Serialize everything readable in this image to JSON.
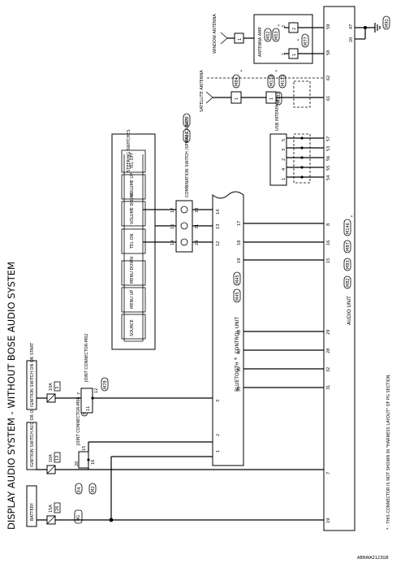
{
  "title": "DISPLAY AUDIO SYSTEM - WITHOUT BOSE AUDIO SYSTEM",
  "figure_id": "ABNWA2123GB",
  "footnote": "* : THIS CONNECTOR IS NOT SHOWN IN \"HARNESS LAYOUT\" OF PG SECTION.",
  "power": {
    "battery": "BATTERY",
    "ign_acc": "IGNITION SWITCH ACC OR ON",
    "ign_on": "IGNITION SWITCH ON OR START"
  },
  "fuses": {
    "f1": {
      "amp": "15A",
      "id": "26"
    },
    "f2": {
      "amp": "10A",
      "id": "13"
    },
    "f3": {
      "amp": "10A",
      "id": "3"
    }
  },
  "connectors": {
    "e4": "E4",
    "m2": "M2",
    "m80": "M80",
    "m78": "M78",
    "m79": "M79",
    "m45": "M45",
    "m82": "M82",
    "m83": "M83",
    "m87": "M87",
    "m146": "M146",
    "m132": "M132",
    "m84": "M84",
    "m110": "M110",
    "m111": "M111",
    "m52": "M52",
    "m53": "M53",
    "m77": "M77",
    "m91": "M91"
  },
  "joints": {
    "j1": "JOINT CONNECTOR-M06",
    "j2": "JOINT CONNECTOR-M02"
  },
  "components": {
    "steering": "STEERING SWITCHES",
    "combination": "COMBINATION SWITCH (SPIRAL CABLE)",
    "bluetooth_a": "BLUETOOTH",
    "bluetooth_b": "CONTROL UNIT",
    "audio": "AUDIO UNIT",
    "usb": "USB INTERFACE",
    "satellite": "SATELLITE ANTENNA",
    "antenna_amp": "ANTENNA AMP.",
    "window_antenna": "WINDOW ANTENNA"
  },
  "switches": {
    "source": "SOURCE",
    "menu_up": "MENU UP",
    "menu_down": "MENU DOWN",
    "tel_on": "TEL ON",
    "volume_down": "VOLUME DOWN",
    "volume_up": "VOLUME UP",
    "tel_off": "TEL OFF"
  },
  "pins": {
    "p9g": "9G",
    "p7": "7",
    "p19": "19",
    "p20": "20",
    "p15": "15",
    "p16": "16",
    "p11": "11",
    "p12": "12",
    "p3": "3",
    "p2": "2",
    "p1": "1",
    "p35": "35",
    "p36": "36",
    "p40": "40",
    "p42": "42",
    "p31": "31",
    "p32": "32",
    "p28": "28",
    "p29": "29",
    "p12b": "12",
    "p13": "13",
    "p14": "14",
    "p15b": "15",
    "p16b": "16",
    "p8": "8",
    "p19b": "19",
    "p18": "18",
    "p17": "17",
    "c14": "14",
    "c24": "24",
    "c15": "15",
    "c31": "31",
    "c17": "17",
    "c33": "33",
    "u54": "54",
    "u55": "55",
    "u56": "56",
    "u53": "53",
    "u57": "57",
    "u1": "1",
    "u4": "4",
    "u2": "2",
    "u3": "3",
    "u5": "5",
    "a61": "61",
    "a62": "62",
    "a1": "1",
    "a2": "2",
    "w58": "58",
    "w59": "59",
    "w1": "1",
    "w2": "2",
    "w47": "47",
    "w20": "20"
  },
  "marks": {
    "star": "*"
  }
}
